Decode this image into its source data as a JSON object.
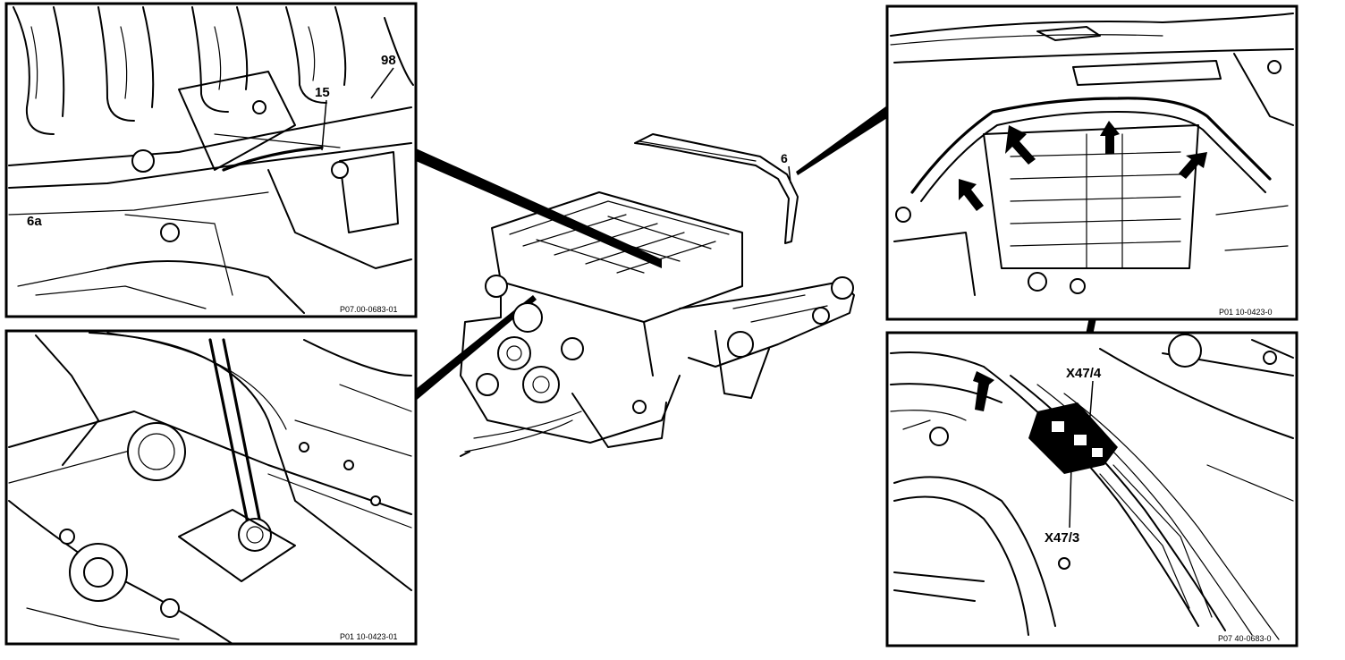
{
  "panels": {
    "top_left": {
      "callouts": [
        "98",
        "15",
        "6a"
      ],
      "figure_code": "P07.00-0683-01"
    },
    "bottom_left": {
      "figure_code": "P01 10-0423-01"
    },
    "center": {
      "callouts": [
        "6"
      ]
    },
    "top_right": {
      "figure_code": "P01 10-0423-0"
    },
    "bottom_right": {
      "callouts": [
        "X47/4",
        "X47/3"
      ],
      "figure_code": "P07 40-0683-0"
    }
  }
}
